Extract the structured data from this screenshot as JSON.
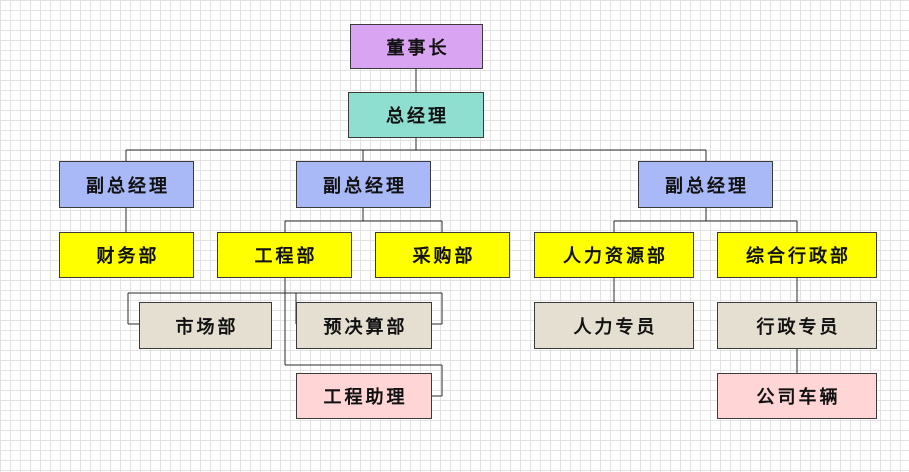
{
  "colors": {
    "chairman": "#d9a4f2",
    "general_manager": "#8fdfd1",
    "deputy": "#a9b8f6",
    "department": "#ffff00",
    "staff": "#e5dfd1",
    "assistant": "#ffd5d5",
    "connector": "#2b2b2b"
  },
  "org": {
    "chairman": "董事长",
    "general_manager": "总经理",
    "deputy_left": "副总经理",
    "deputy_middle": "副总经理",
    "deputy_right": "副总经理",
    "finance": "财务部",
    "engineering": "工程部",
    "purchasing": "采购部",
    "hr": "人力资源部",
    "admin": "综合行政部",
    "marketing": "市场部",
    "budget": "预决算部",
    "eng_assistant": "工程助理",
    "hr_specialist": "人力专员",
    "admin_specialist": "行政专员",
    "company_vehicles": "公司车辆"
  }
}
